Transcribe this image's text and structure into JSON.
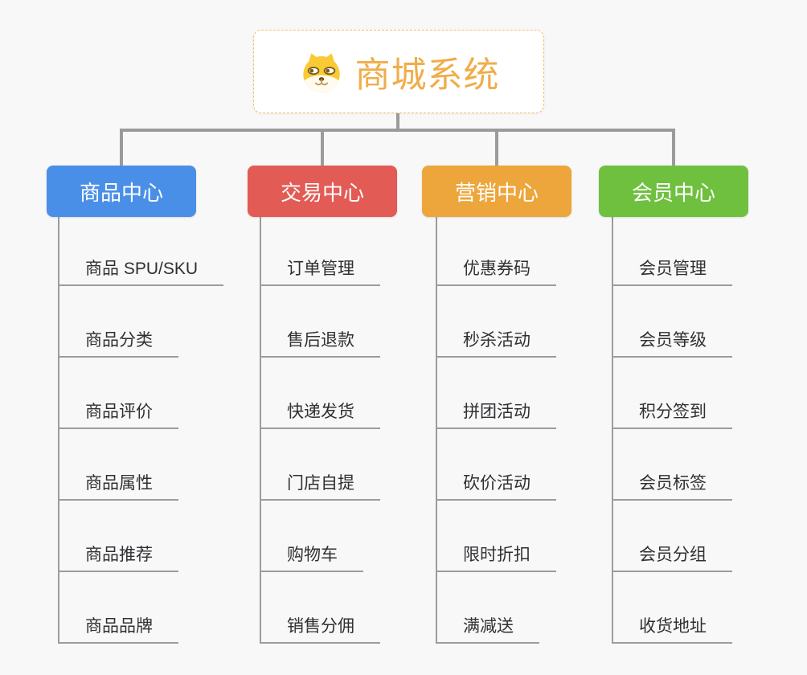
{
  "root": {
    "title": "商城系统",
    "icon": "shiba-dog-icon",
    "title_color": "#f0ad4a",
    "border_color": "#f2c06a"
  },
  "connector_color": "#9b9b9b",
  "branches": [
    {
      "label": "商品中心",
      "color": "#4a8fe7",
      "items": [
        "商品 SPU/SKU",
        "商品分类",
        "商品评价",
        "商品属性",
        "商品推荐",
        "商品品牌"
      ]
    },
    {
      "label": "交易中心",
      "color": "#e25b55",
      "items": [
        "订单管理",
        "售后退款",
        "快递发货",
        "门店自提",
        "购物车",
        "销售分佣"
      ]
    },
    {
      "label": "营销中心",
      "color": "#eda63c",
      "items": [
        "优惠券码",
        "秒杀活动",
        "拼团活动",
        "砍价活动",
        "限时折扣",
        "满减送"
      ]
    },
    {
      "label": "会员中心",
      "color": "#70c040",
      "items": [
        "会员管理",
        "会员等级",
        "积分签到",
        "会员标签",
        "会员分组",
        "收货地址"
      ]
    }
  ]
}
